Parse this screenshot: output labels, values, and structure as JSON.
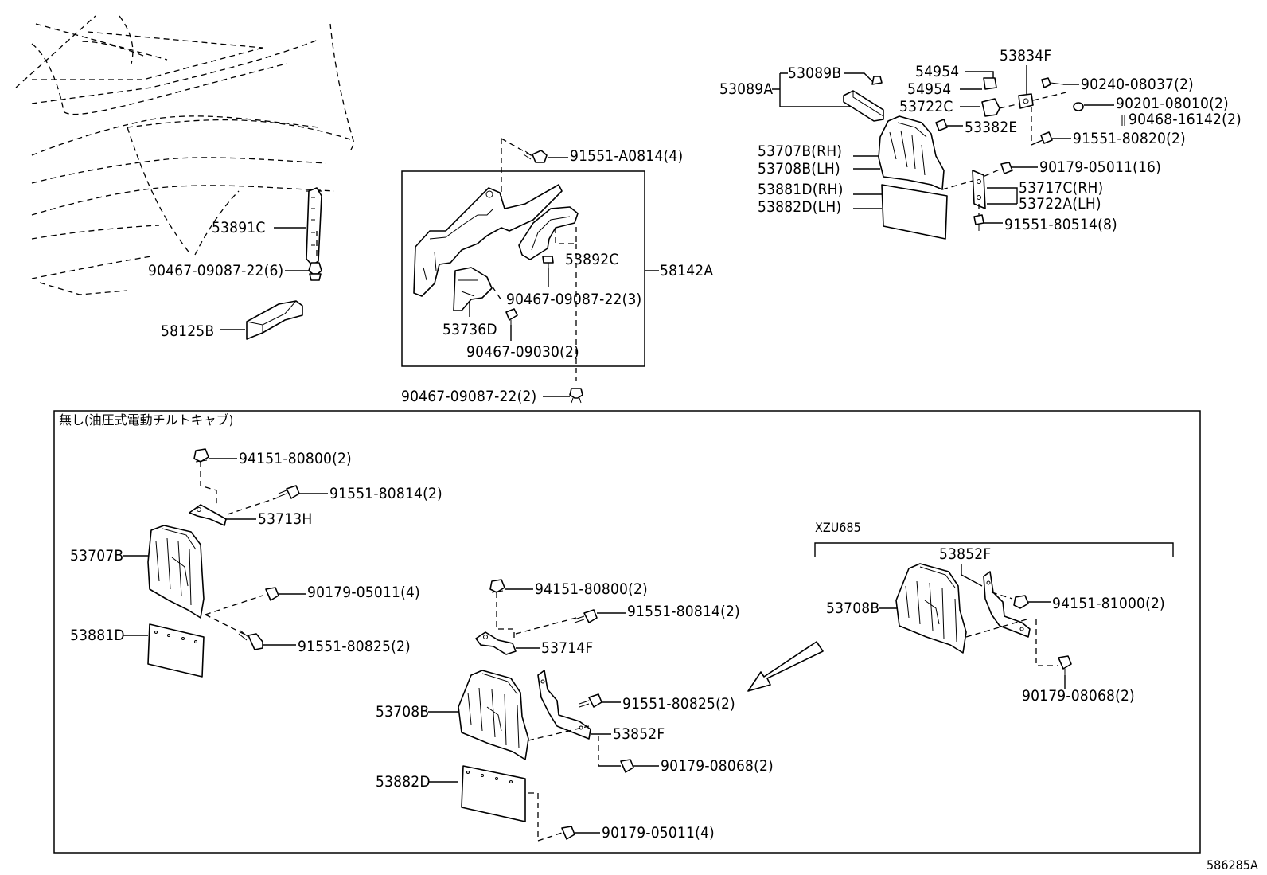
{
  "top_left": {
    "label_53891C": "53891C",
    "label_90467_0908722_6": "90467-09087-22(6)",
    "label_58125B": "58125B"
  },
  "assembly": {
    "label_91551_A0814": "91551-A0814(4)",
    "label_53892C": "53892C",
    "label_58142A": "58142A",
    "label_90467_0908722_3": "90467-09087-22(3)",
    "label_53736D": "53736D",
    "label_90467_09030": "90467-09030(2)",
    "label_90467_0908722_2": "90467-09087-22(2)"
  },
  "top_right": {
    "label_53089A": "53089A",
    "label_53089B": "53089B",
    "label_54954_a": "54954",
    "label_54954_b": "54954",
    "label_53834F": "53834F",
    "label_90240": "90240-08037(2)",
    "label_53722C": "53722C",
    "label_90201": "90201-08010(2)",
    "label_90468": "90468-16142(2)",
    "label_53382E": "53382E",
    "label_91551_80820": "91551-80820(2)",
    "label_53707B_RH": "53707B(RH)",
    "label_53708B_LH": "53708B(LH)",
    "label_90179_05011_16": "90179-05011(16)",
    "label_53881D_RH": "53881D(RH)",
    "label_53882D_LH": "53882D(LH)",
    "label_53717C_RH": "53717C(RH)",
    "label_53722A_LH": "53722A(LH)",
    "label_91551_80514": "91551-80514(8)"
  },
  "lower_box": {
    "caption": "無し(油圧式電動チルトキャブ)",
    "left": {
      "label_94151_80800": "94151-80800(2)",
      "label_91551_80814": "91551-80814(2)",
      "label_53713H": "53713H",
      "label_53707B": "53707B",
      "label_90179_05011_4": "90179-05011(4)",
      "label_53881D": "53881D",
      "label_91551_80825": "91551-80825(2)"
    },
    "middle": {
      "label_94151_80800": "94151-80800(2)",
      "label_91551_80814": "91551-80814(2)",
      "label_53714F": "53714F",
      "label_91551_80825": "91551-80825(2)",
      "label_53708B": "53708B",
      "label_53852F": "53852F",
      "label_90179_08068": "90179-08068(2)",
      "label_53882D": "53882D",
      "label_90179_05011_4": "90179-05011(4)"
    },
    "right": {
      "variant": "XZU685",
      "label_53852F": "53852F",
      "label_53708B": "53708B",
      "label_94151_81000": "94151-81000(2)",
      "label_90179_08068": "90179-08068(2)"
    }
  },
  "figure_code": "586285A"
}
